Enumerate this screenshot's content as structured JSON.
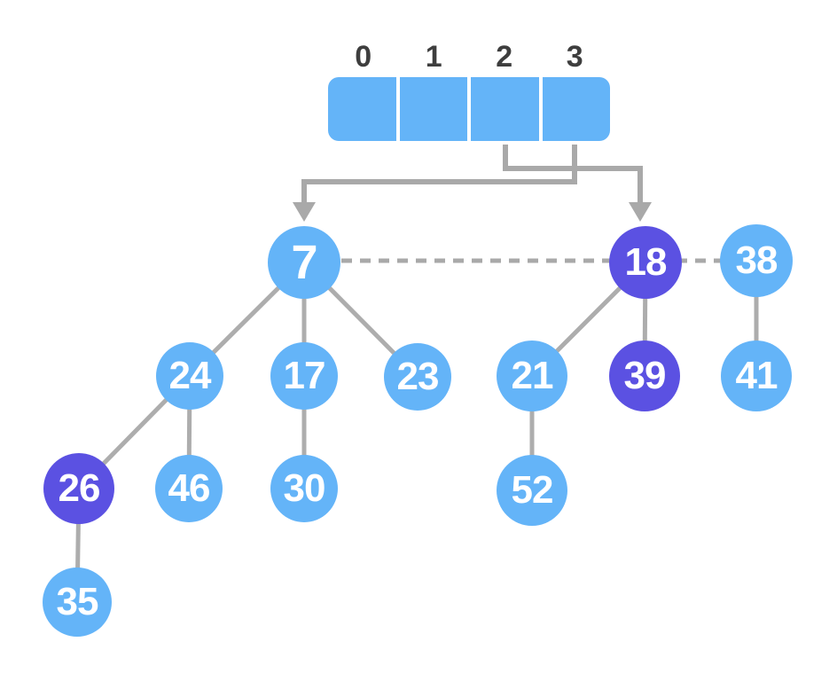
{
  "diagram": {
    "description_labels": [],
    "array": {
      "labels": [
        "0",
        "1",
        "2",
        "3"
      ],
      "cell_count": 4
    },
    "bucket_pointers": [
      {
        "from_index": "2",
        "to_node": "18"
      },
      {
        "from_index": "3",
        "to_node": "7"
      }
    ],
    "root_list_dashed_chain": [
      "7",
      "18",
      "38"
    ],
    "nodes": [
      {
        "value": "7",
        "color": "blue"
      },
      {
        "value": "18",
        "color": "purple"
      },
      {
        "value": "38",
        "color": "blue"
      },
      {
        "value": "24",
        "color": "blue"
      },
      {
        "value": "17",
        "color": "blue"
      },
      {
        "value": "23",
        "color": "blue"
      },
      {
        "value": "21",
        "color": "blue"
      },
      {
        "value": "39",
        "color": "purple"
      },
      {
        "value": "41",
        "color": "blue"
      },
      {
        "value": "26",
        "color": "purple"
      },
      {
        "value": "46",
        "color": "blue"
      },
      {
        "value": "30",
        "color": "blue"
      },
      {
        "value": "52",
        "color": "blue"
      },
      {
        "value": "35",
        "color": "blue"
      }
    ],
    "edges": [
      [
        "7",
        "24"
      ],
      [
        "7",
        "17"
      ],
      [
        "7",
        "23"
      ],
      [
        "24",
        "26"
      ],
      [
        "24",
        "46"
      ],
      [
        "17",
        "30"
      ],
      [
        "26",
        "35"
      ],
      [
        "18",
        "21"
      ],
      [
        "18",
        "39"
      ],
      [
        "38",
        "41"
      ],
      [
        "21",
        "52"
      ]
    ],
    "colors": {
      "node_blue": "#64b4f8",
      "node_purple": "#5b51e2",
      "array_blue": "#64b4f8",
      "divider_white": "#ffffff",
      "line_gray": "#a9a9a9",
      "index_label_gray": "#3e3e3e",
      "node_text": "#ffffff",
      "background": "#ffffff"
    }
  }
}
